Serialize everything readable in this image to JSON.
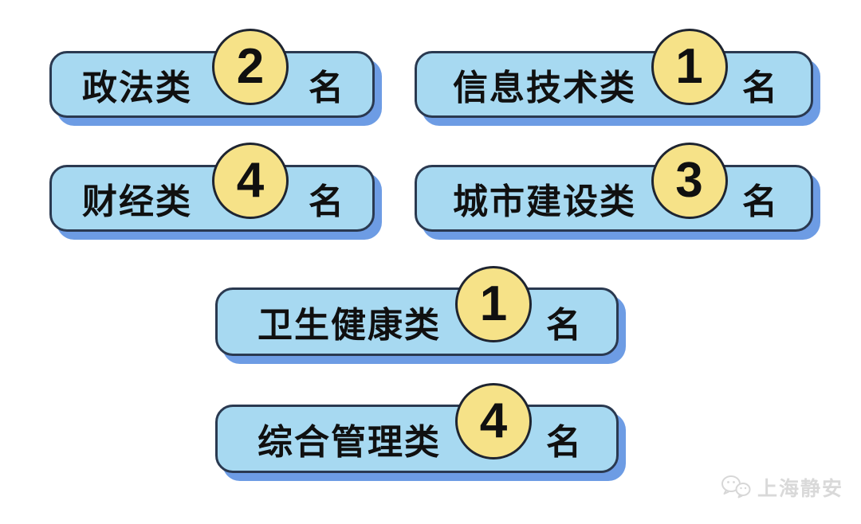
{
  "colors": {
    "background": "#ffffff",
    "pill_fill": "#a7d9f1",
    "pill_border": "#2a3950",
    "pill_shadow": "#6d9ce4",
    "circle_fill": "#f6e288",
    "circle_border": "#1e2430",
    "text": "#101010",
    "watermark": "#d9d9d9"
  },
  "pills": [
    {
      "category": "政法类",
      "count": "2",
      "suffix": "名"
    },
    {
      "category": "信息技术类",
      "count": "1",
      "suffix": "名"
    },
    {
      "category": "财经类",
      "count": "4",
      "suffix": "名"
    },
    {
      "category": "城市建设类",
      "count": "3",
      "suffix": "名"
    },
    {
      "category": "卫生健康类",
      "count": "1",
      "suffix": "名"
    },
    {
      "category": "综合管理类",
      "count": "4",
      "suffix": "名"
    }
  ],
  "watermark": {
    "text": "上海静安",
    "icon": "wechat-icon"
  },
  "chart_data": {
    "type": "table",
    "title": "",
    "categories": [
      "政法类",
      "信息技术类",
      "财经类",
      "城市建设类",
      "卫生健康类",
      "综合管理类"
    ],
    "values": [
      2,
      1,
      4,
      3,
      1,
      4
    ],
    "unit": "名",
    "legend": "none",
    "layout": "six rounded pills: two columns x two rows on top, two centered rows below"
  }
}
